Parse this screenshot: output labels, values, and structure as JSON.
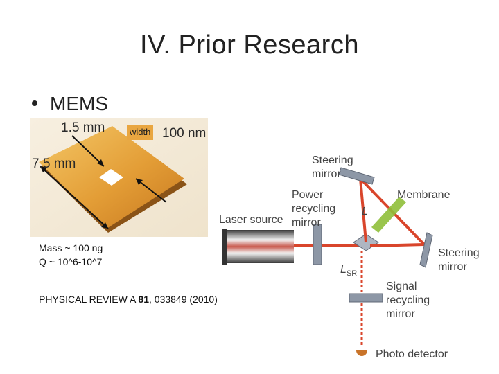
{
  "slide": {
    "title": "IV. Prior Research",
    "bullet": "MEMS"
  },
  "photo_labels": {
    "dim_1": "1.5 mm",
    "dim_2": "100 nm",
    "dim_3": "7.5 mm",
    "width_tag": "width"
  },
  "specs": {
    "mass": "Mass ~ 100 ng",
    "q": "Q ~ 10^6-10^7"
  },
  "citation": {
    "prefix": "PHYSICAL REVIEW A ",
    "volume": "81",
    "suffix": ", 033849 (2010)"
  },
  "diagram_labels": {
    "steering_top_1": "Steering",
    "steering_top_2": "mirror",
    "power_1": "Power",
    "power_2": "recycling",
    "power_3": "mirror",
    "membrane": "Membrane",
    "laser": "Laser source",
    "L": "L",
    "steering_right_1": "Steering",
    "steering_right_2": "mirror",
    "LSR_main": "L",
    "LSR_sub": "SR",
    "signal_1": "Signal",
    "signal_2": "recycling",
    "signal_3": "mirror",
    "photo": "Photo detector"
  },
  "colors": {
    "beam": "#d9452b",
    "mirror": "#8d97a6",
    "membrane": "#8fbf3a",
    "chip": "#e0a53a"
  }
}
